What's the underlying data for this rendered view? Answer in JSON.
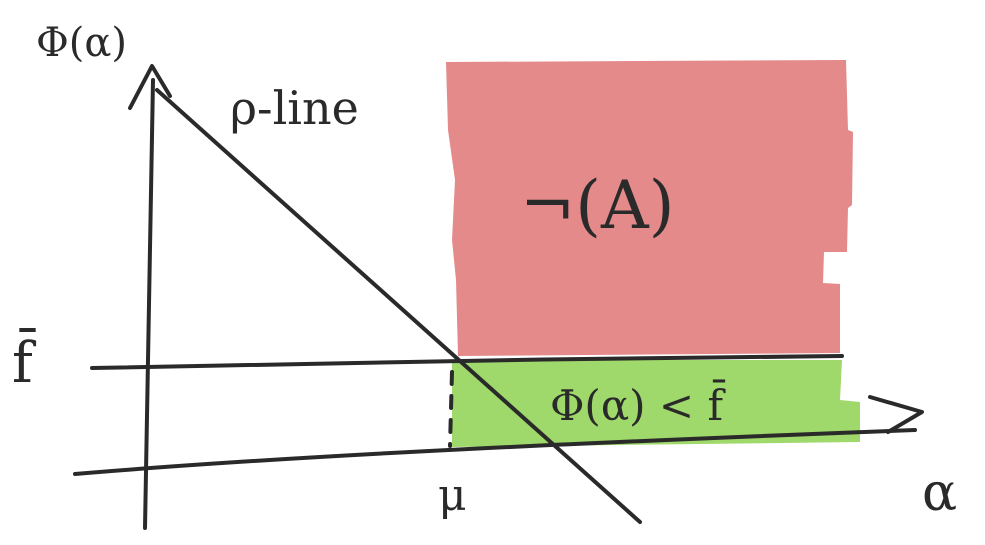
{
  "axes": {
    "y_label": "Φ(α)",
    "x_label": "α"
  },
  "labels": {
    "rho_line": "ρ-line",
    "f_bar": "f̄",
    "mu": "μ"
  },
  "regions": {
    "red_region_label": "¬(A)",
    "green_region_label": "Φ(α) < f̄"
  },
  "colors": {
    "red_region": "#e48a8a",
    "green_region": "#9fd86b",
    "ink": "#2a2a2a"
  }
}
